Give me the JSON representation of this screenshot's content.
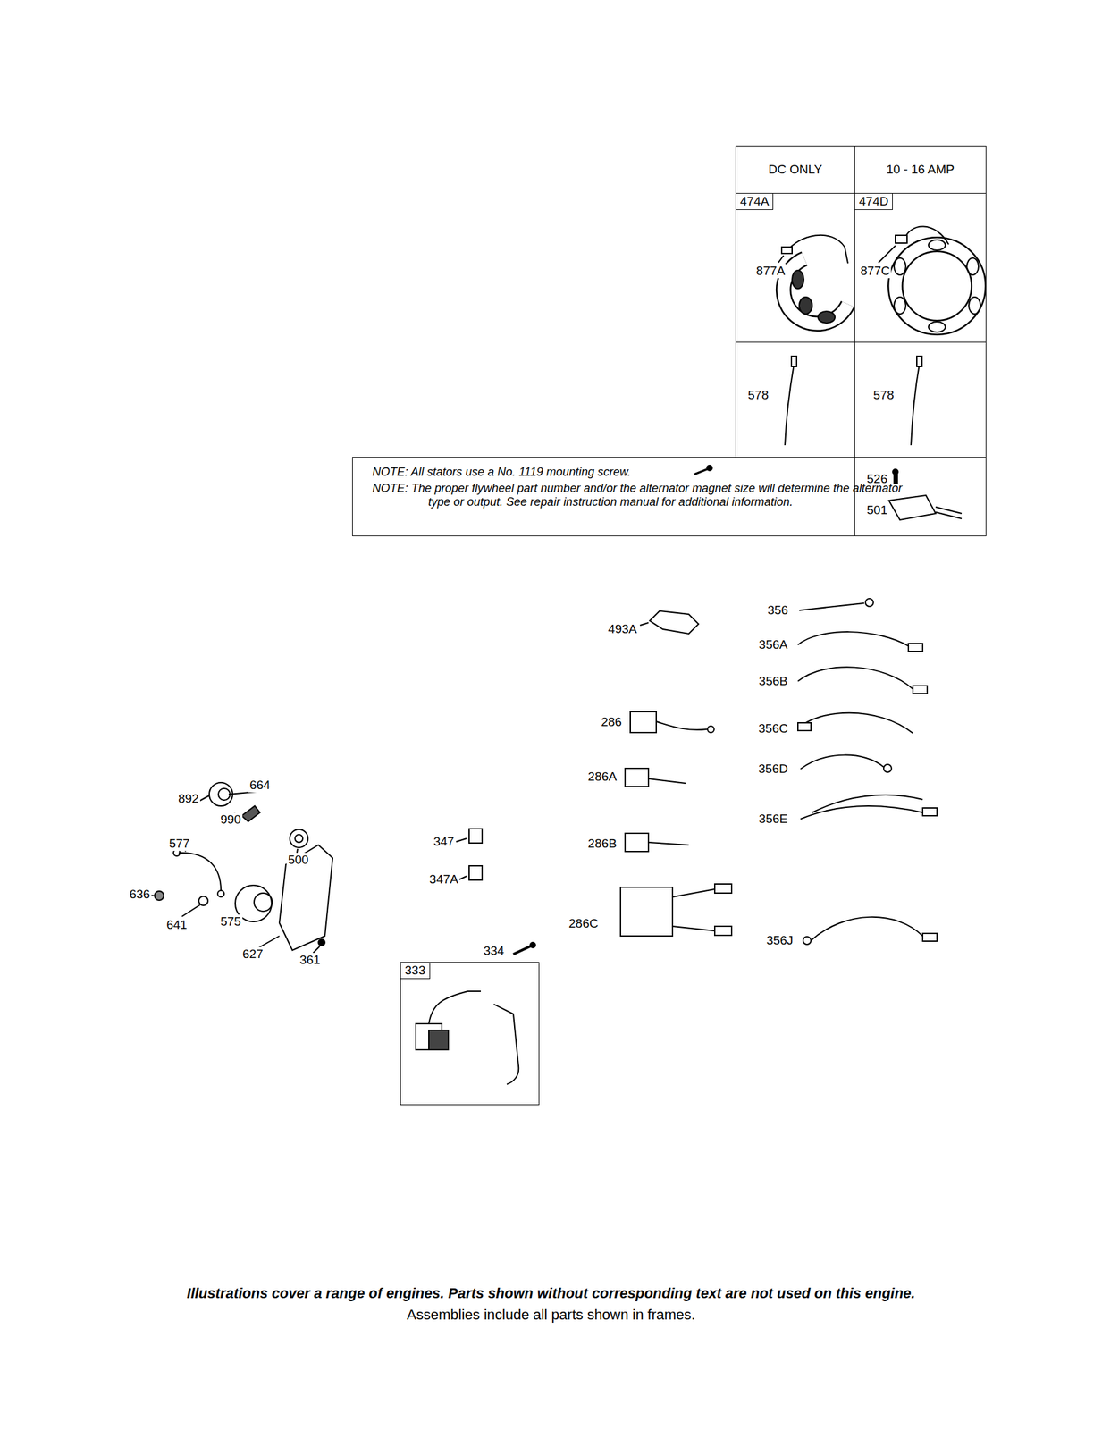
{
  "diagram": {
    "nodes": [
      {
        "text": [
          "DC ONLY"
        ]
      },
      {
        "text": [
          "10 - 16 AMP"
        ]
      },
      {
        "text": [
          "474A"
        ]
      },
      {
        "text": [
          "474D"
        ]
      },
      {
        "text": [
          "578"
        ]
      },
      {
        "text": [
          "578"
        ]
      },
      {
        "text": [
          "NOTE: All stators use a No. 1119 mounting screw.",
          "NOTE: The proper flywheel part number and/or the alternator magnet size will determine the alternator type or output. See repair instruction manual for additional information."
        ]
      },
      {
        "text": [
          "526",
          "501"
        ]
      },
      {
        "text": [
          "333"
        ]
      }
    ],
    "labels": [
      "877A",
      "877C",
      "493A",
      "356",
      "356A",
      "356B",
      "356C",
      "356D",
      "356E",
      "286",
      "286A",
      "286B",
      "286C",
      "356J",
      "892",
      "664",
      "990",
      "577",
      "500",
      "636",
      "641",
      "575",
      "627",
      "361",
      "347",
      "347A",
      "334",
      "Illustrations cover a range of engines. Parts shown without corresponding text are not used on this engine.",
      "Assemblies include all parts shown in frames."
    ]
  }
}
